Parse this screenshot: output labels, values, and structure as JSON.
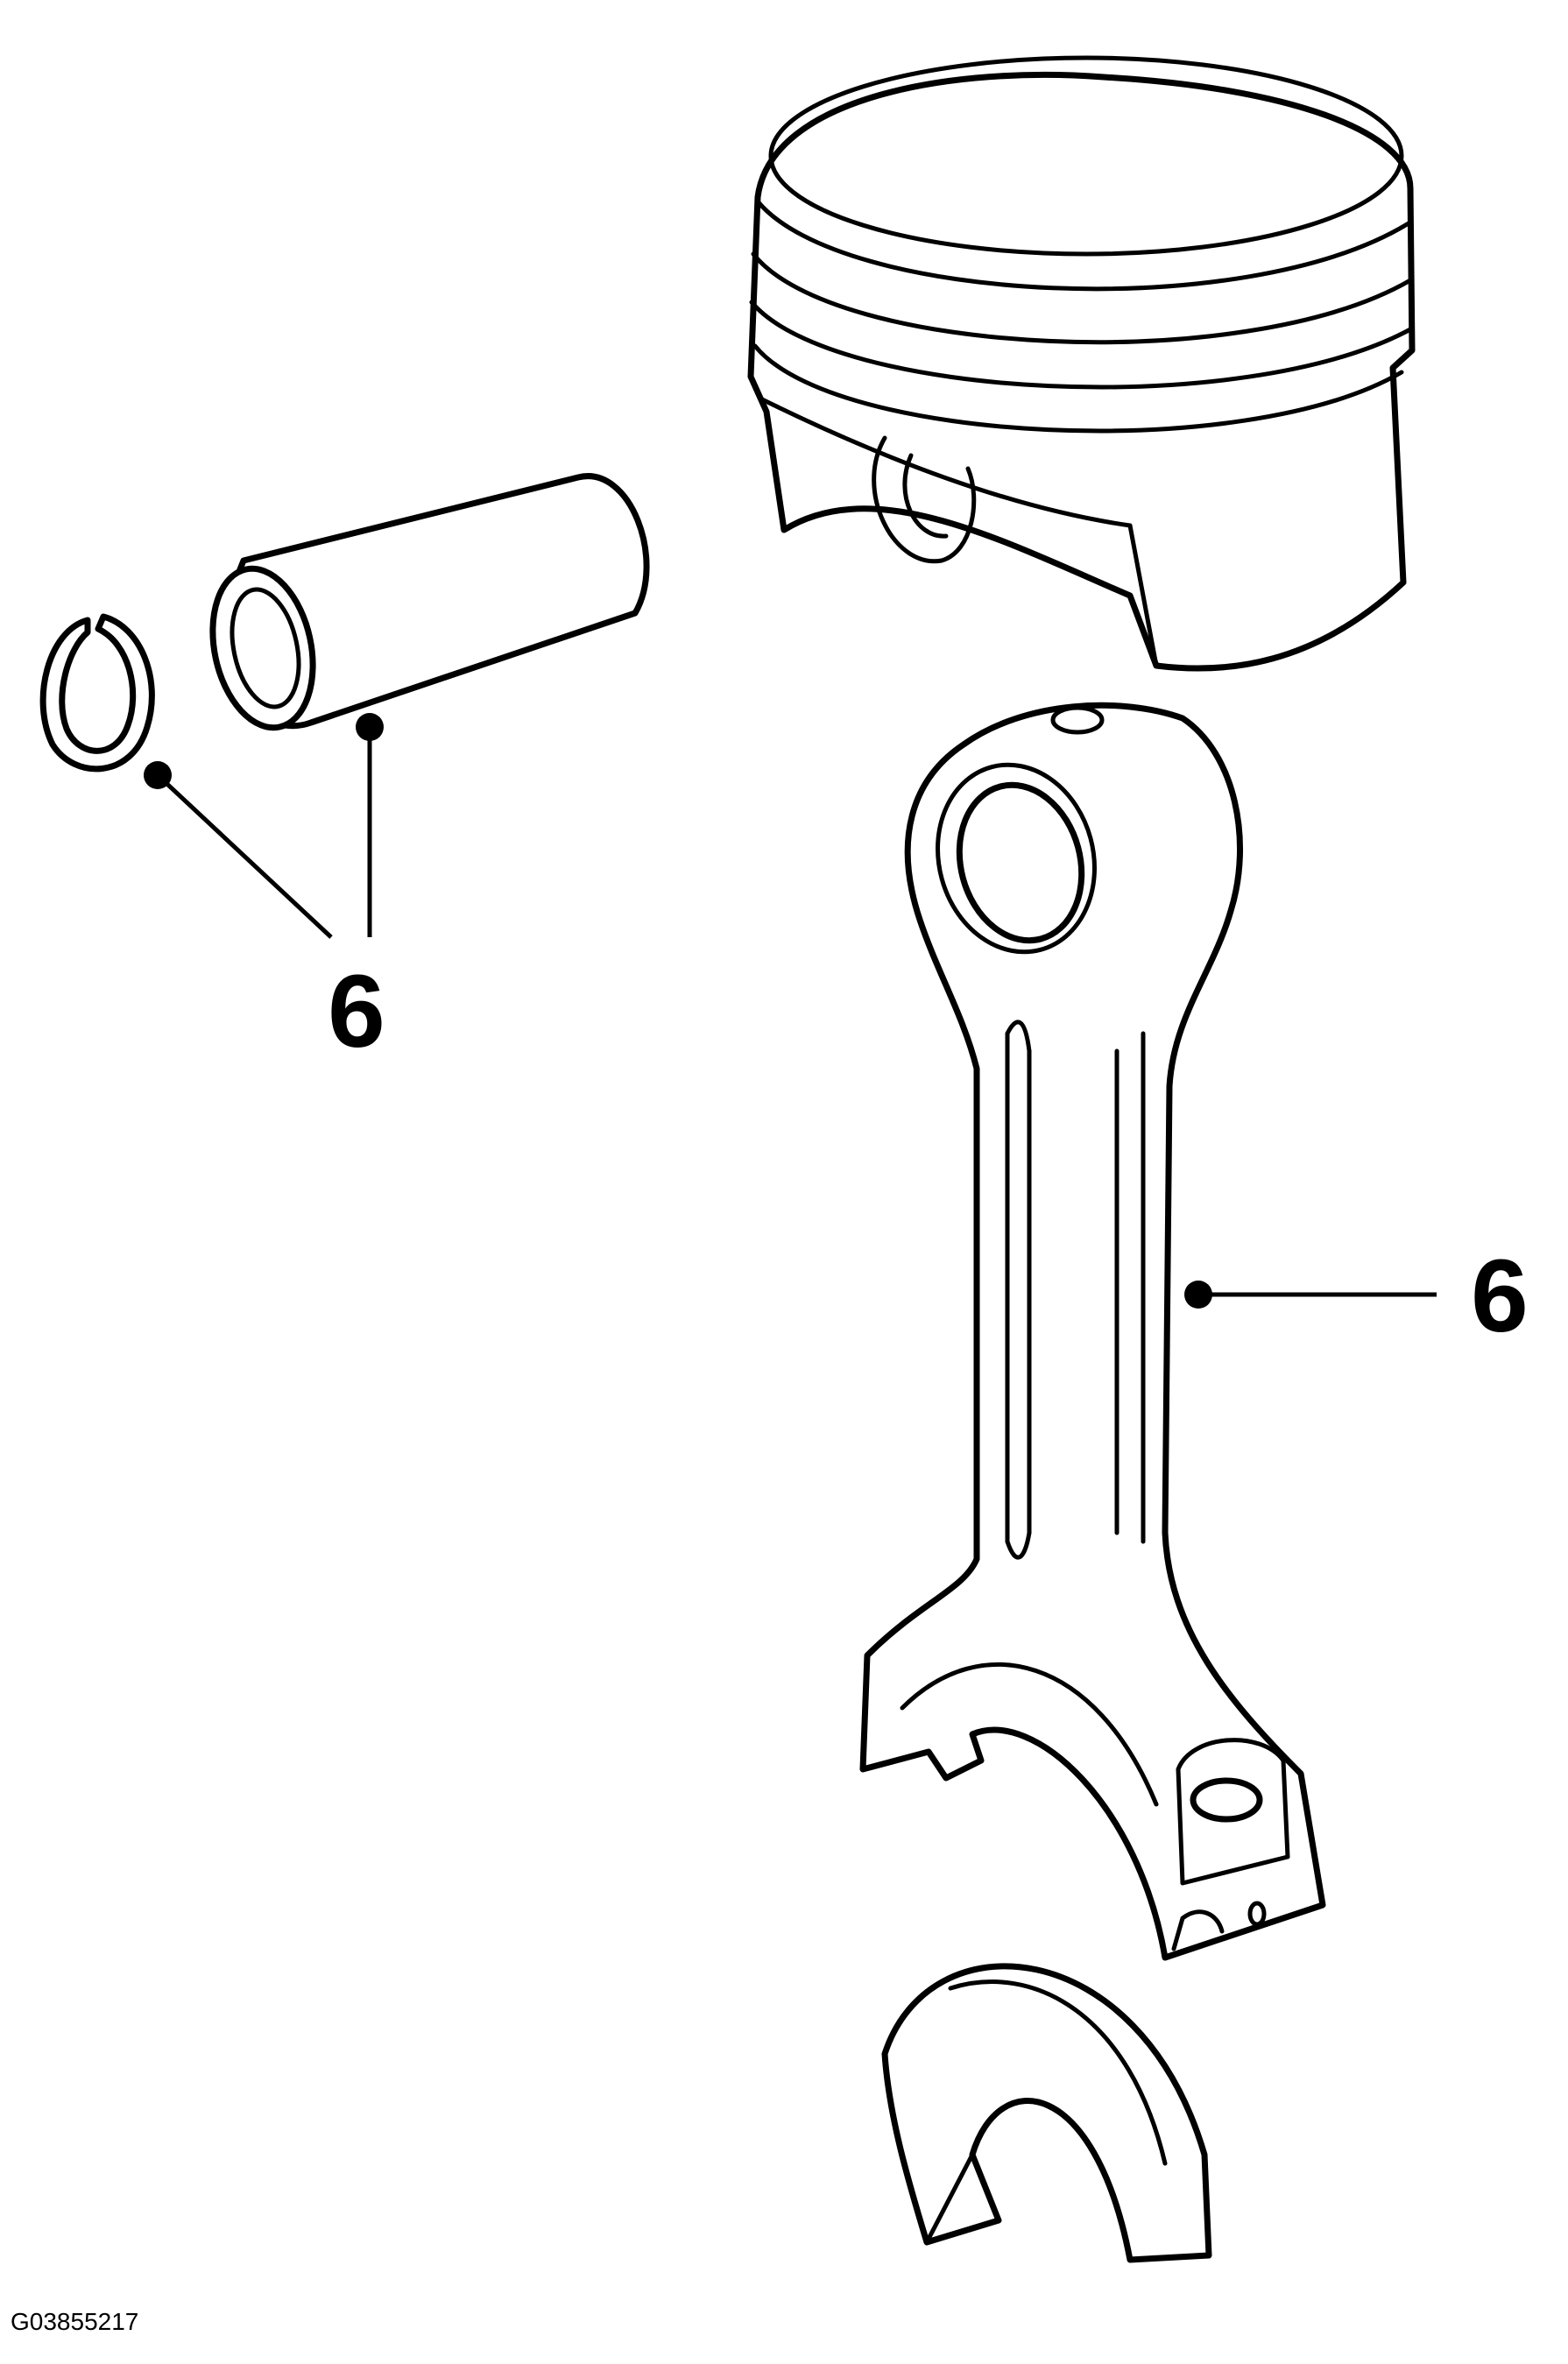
{
  "callouts": {
    "pin_and_clip_label": "6",
    "rod_label": "6"
  },
  "figure_id": "G03855217",
  "colors": {
    "line": "#000000",
    "background": "#ffffff"
  }
}
